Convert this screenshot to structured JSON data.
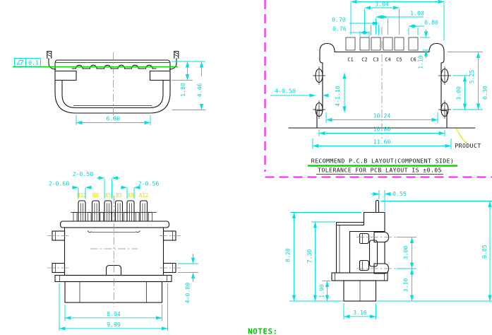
{
  "drawing": {
    "front_view": {
      "flatness_tolerance": "0.1",
      "dim_inner_width": "6.80",
      "dim_shoulder_height": "1.80",
      "dim_total_height": "4.46"
    },
    "pcb_layout": {
      "pad_labels": [
        "C1",
        "C2",
        "C3",
        "C4",
        "C5",
        "C6"
      ],
      "dim_pad_pitch": "3.04",
      "dim_center_pitch": "1.00",
      "dim_cc_pitch": "0.70",
      "dim_outer_pad_width": "0.80",
      "dim_pad_width": "0.76",
      "dim_pad_height": "1.10",
      "dim_holes_width": "4-0.50",
      "dim_holes_height": "4-1.10",
      "dim_hole_spacing": "3.00",
      "dim_hole_offset": "5.25",
      "dim_edge_offset": "0.30",
      "dim_width_inner": "10.24",
      "dim_width_mid": "10.80",
      "dim_width_outer": "11.60",
      "caption_title": "RECOMMEND P.C.B LAYOUT(COMPONENT SIDE)",
      "caption_tolerance": "TOLERANCE FOR PCB LAYOUT IS ±0.05",
      "product_label": "PRODUCT"
    },
    "rear_view": {
      "pin_labels": [
        "B12",
        "B9",
        "A5",
        "B5",
        "A9",
        "A12"
      ],
      "dim_mid_pins": "2-0.50",
      "dim_left_pins": "2-0.60",
      "dim_right_pins": "2-0.56",
      "dim_flange_height": "4-0.80",
      "dim_base_width": "8.94",
      "dim_body_width": "9.99"
    },
    "side_view": {
      "dim_pin_offset": "0.55",
      "dim_total_height": "8.20",
      "dim_shell_height": "7.30",
      "dim_tab_spacing": "3.00",
      "dim_tab_to_base": "3.10",
      "dim_base_height": "1.90",
      "dim_base_width": "3.16",
      "dim_overall_height": "9.05"
    },
    "notes_label": "NOTES:"
  },
  "colors": {
    "dimension_cyan": "#00dede",
    "outline_black": "#161616",
    "highlight_green": "#00dd00",
    "boundary_magenta": "#ff1cff",
    "pin_label_yellow": "#e0e000",
    "centerline_gray": "#8f8f8f"
  }
}
